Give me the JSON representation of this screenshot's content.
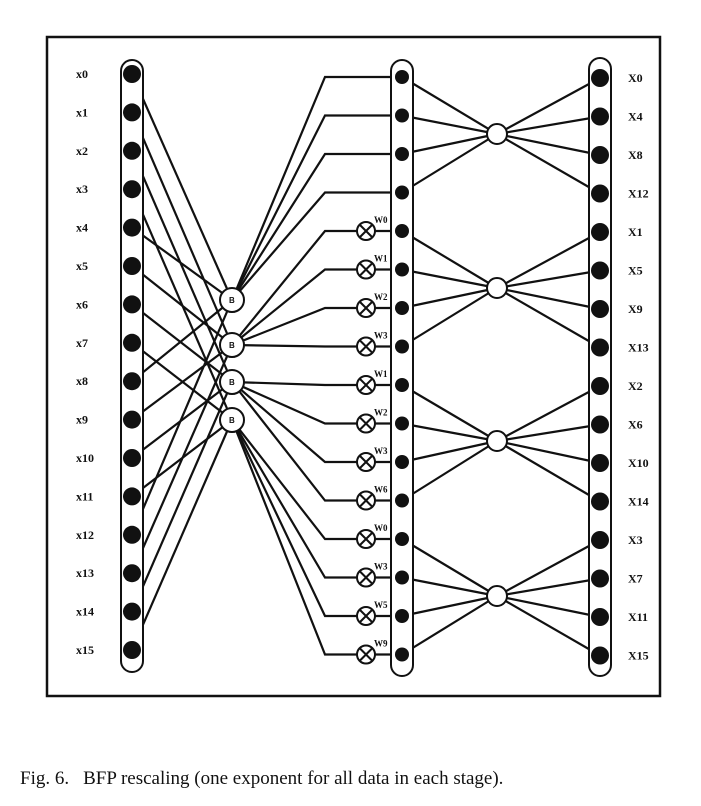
{
  "input_labels": [
    "x0",
    "x1",
    "x2",
    "x3",
    "x4",
    "x5",
    "x6",
    "x7",
    "x8",
    "x9",
    "x10",
    "x11",
    "x12",
    "x13",
    "x14",
    "x15"
  ],
  "output_labels": [
    "X0",
    "X4",
    "X8",
    "X12",
    "X1",
    "X5",
    "X9",
    "X13",
    "X2",
    "X6",
    "X10",
    "X14",
    "X3",
    "X7",
    "X11",
    "X15"
  ],
  "twiddle_labels": [
    "W0",
    "W1",
    "W2",
    "W3",
    "W1",
    "W2",
    "W3",
    "W6",
    "W0",
    "W3",
    "W5",
    "W9"
  ],
  "bfp_labels": [
    "B",
    "B",
    "B",
    "B"
  ],
  "caption": {
    "figure": "Fig. 6.",
    "text": "BFP rescaling (one exponent for all data in each stage)."
  }
}
